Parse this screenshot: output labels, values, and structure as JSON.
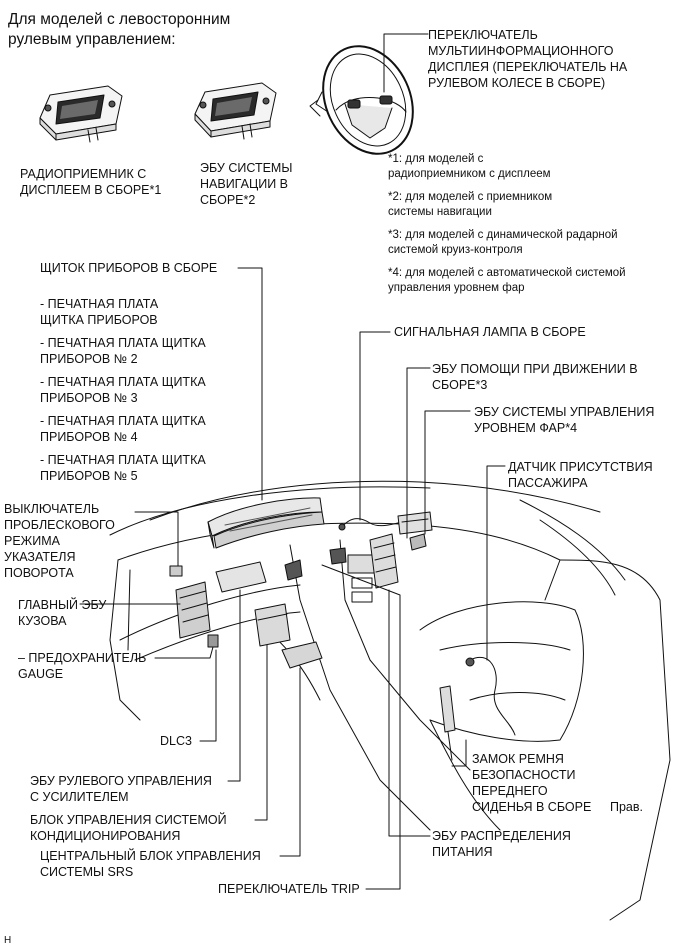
{
  "header": "Для моделей с левосторонним\nрулевым управлением:",
  "labels": {
    "radio": "РАДИОПРИЕМНИК С\nДИСПЛЕЕМ В СБОРЕ*1",
    "nav": "ЭБУ СИСТЕМЫ\nНАВИГАЦИИ В\nСБОРЕ*2",
    "steering_switch": "ПЕРЕКЛЮЧАТЕЛЬ\nМУЛЬТИИНФОРМАЦИОННОГО\nДИСПЛЕЯ (ПЕРЕКЛЮЧАТЕЛЬ НА\nРУЛЕВОМ КОЛЕСЕ В СБОРЕ)",
    "cluster": "ЩИТОК ПРИБОРОВ В СБОРЕ",
    "pcb1": "- ПЕЧАТНАЯ ПЛАТА\nЩИТКА ПРИБОРОВ",
    "pcb2": "- ПЕЧАТНАЯ ПЛАТА ЩИТКА\nПРИБОРОВ № 2",
    "pcb3": "- ПЕЧАТНАЯ ПЛАТА ЩИТКА\nПРИБОРОВ № 3",
    "pcb4": "- ПЕЧАТНАЯ ПЛАТА ЩИТКА\nПРИБОРОВ № 4",
    "pcb5": "- ПЕЧАТНАЯ ПЛАТА ЩИТКА\nПРИБОРОВ № 5",
    "signal_lamp": "СИГНАЛЬНАЯ ЛАМПА В СБОРЕ",
    "drive_assist": "ЭБУ ПОМОЩИ ПРИ ДВИЖЕНИИ В\nСБОРЕ*3",
    "headlamp_level": "ЭБУ СИСТЕМЫ УПРАВЛЕНИЯ\nУРОВНЕМ ФАР*4",
    "occupant_sensor": "ДАТЧИК ПРИСУТСТВИЯ\nПАССАЖИРА",
    "hazard_switch": "ВЫКЛЮЧАТЕЛЬ\nПРОБЛЕСКОВОГО\nРЕЖИМА\nУКАЗАТЕЛЯ\nПОВОРОТА",
    "main_body_ecu": "ГЛАВНЫЙ ЭБУ\nКУЗОВА",
    "fuse_gauge": "– ПРЕДОХРАНИТЕЛЬ\nGAUGE",
    "dlc3": "DLC3",
    "eps_ecu": "ЭБУ РУЛЕВОГО УПРАВЛЕНИЯ\nС УСИЛИТЕЛЕМ",
    "ac_control": "БЛОК УПРАВЛЕНИЯ СИСТЕМОЙ\nКОНДИЦИОНИРОВАНИЯ",
    "srs_center": "ЦЕНТРАЛЬНЫЙ БЛОК УПРАВЛЕНИЯ\nСИСТЕМЫ SRS",
    "trip_switch": "ПЕРЕКЛЮЧАТЕЛЬ TRIP",
    "seat_buckle": "ЗАМОК РЕМНЯ\nБЕЗОПАСНОСТИ\nПЕРЕДНЕГО\nСИДЕНЬЯ В СБОРЕ",
    "seat_side": "Прав.",
    "power_dist": "ЭБУ РАСПРЕДЕЛЕНИЯ\nПИТАНИЯ"
  },
  "notes": [
    "*1: для моделей с\nрадиоприемником с дисплеем",
    "*2: для моделей с приемником\nсистемы навигации",
    "*3: для моделей с динамической радарной\nсистемой круиз-контроля",
    "*4: для моделей с автоматической системой\nуправления уровнем фар"
  ],
  "figure_code": "H"
}
